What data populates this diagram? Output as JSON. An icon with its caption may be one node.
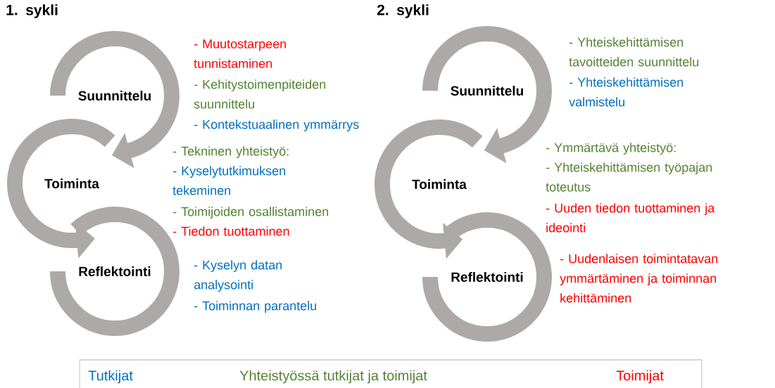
{
  "diagram": {
    "nodes": [
      {
        "text": [
          "Suunnittelu"
        ]
      },
      {
        "text": [
          "Toiminta"
        ]
      },
      {
        "text": [
          "Reflektointi"
        ]
      },
      {
        "text": [
          "Suunnittelu"
        ]
      },
      {
        "text": [
          "Toiminta"
        ]
      },
      {
        "text": [
          "Reflektointi"
        ]
      }
    ],
    "edges": [
      {
        "from": 0,
        "to": 1,
        "arrow": "to"
      },
      {
        "from": 1,
        "to": 2,
        "arrow": "to"
      },
      {
        "from": 3,
        "to": 4,
        "arrow": "to"
      },
      {
        "from": 4,
        "to": 5,
        "arrow": "to"
      }
    ],
    "labels": [
      "1. sykli",
      "2. sykli",
      "- Muutostarpeen tunnistaminen",
      "- Kehitystoimenpiteiden suunnittelu",
      "- Kontekstuaalinen ymmärrys",
      "- Tekninen yhteistyö:",
      "- Kyselytutkimuksen tekeminen",
      "- Toimijoiden osallistaminen",
      "- Tiedon tuottaminen",
      "- Kyselyn datan analysointi",
      "- Toiminnan parantelu",
      "- Yhteiskehittämisen tavoitteiden suunnittelu",
      "- Yhteiskehittämisen valmistelu",
      "- Ymmärtävä yhteistyö:",
      "- Yhteiskehittämisen työpajan toteutus",
      "- Uuden tiedon tuottaminen ja ideointi",
      "- Uudenlaisen toimintatavan ymmärtäminen ja toiminnan kehittäminen"
    ],
    "legend": [
      {
        "text": "Tutkijat",
        "color": "#0070c0"
      },
      {
        "text": "Yhteistyössä tutkijat ja toimijat",
        "color": "#548235"
      },
      {
        "text": "Toimijat",
        "color": "#ff0000"
      }
    ]
  }
}
